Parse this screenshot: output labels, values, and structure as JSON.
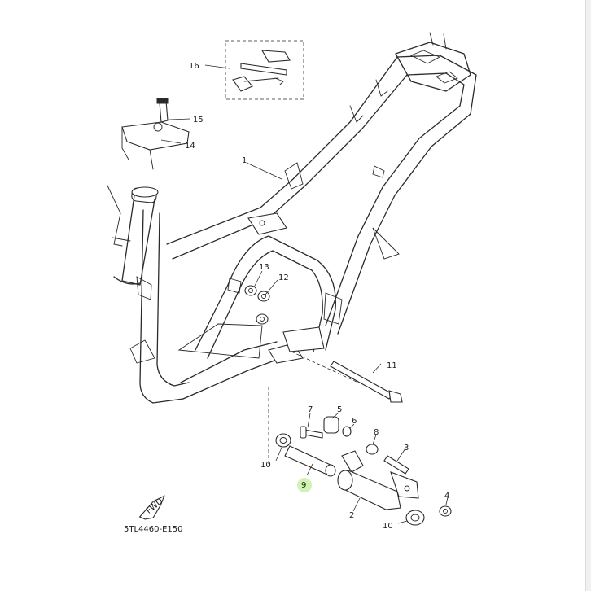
{
  "diagram": {
    "code": "5TL4460-E150",
    "fwd_mark": "FWD",
    "highlight_color": "#c8f0a8",
    "callouts": {
      "c1": "1",
      "c2": "2",
      "c3": "3",
      "c4": "4",
      "c5": "5",
      "c6": "6",
      "c7": "7",
      "c8": "8",
      "c9": "9",
      "c10a": "10",
      "c10b": "10",
      "c11": "11",
      "c12": "12",
      "c13": "13",
      "c14": "14",
      "c15": "15",
      "c16": "16"
    }
  }
}
